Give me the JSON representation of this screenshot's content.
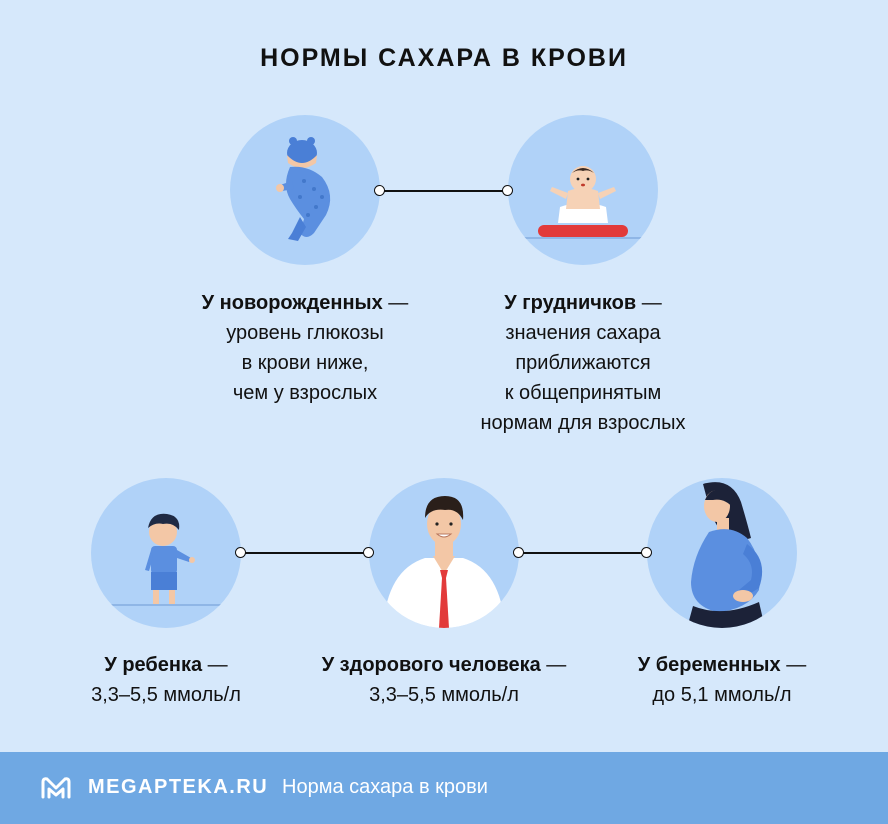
{
  "title": "НОРМЫ САХАРА В КРОВИ",
  "groups": [
    {
      "heading": "У новорожденных",
      "dash": " —",
      "lines": [
        "уровень глюкозы",
        "в крови ниже,",
        "чем у взрослых"
      ],
      "icon": "newborn-icon"
    },
    {
      "heading": "У грудничков",
      "dash": " —",
      "lines": [
        "значения сахара",
        "приближаются",
        "к общепринятым",
        "нормам для взрослых"
      ],
      "icon": "infant-icon"
    },
    {
      "heading": "У ребенка",
      "dash": " —",
      "lines": [
        "3,3–5,5 ммоль/л"
      ],
      "icon": "child-icon"
    },
    {
      "heading": "У здорового человека",
      "dash": " —",
      "lines": [
        "3,3–5,5 ммоль/л"
      ],
      "icon": "adult-man-icon"
    },
    {
      "heading": "У беременных",
      "dash": " —",
      "lines": [
        "до 5,1 ммоль/л"
      ],
      "icon": "pregnant-woman-icon"
    }
  ],
  "footer": {
    "brand": "MEGAPTEKA.RU",
    "text": "Норма сахара в крови",
    "logo_icon": "megapteka-logo-icon"
  },
  "colors": {
    "background": "#d6e8fb",
    "circle": "#b0d2f8",
    "footer": "#6fa8e3",
    "accent_blue": "#5b8fe0",
    "red": "#e23a3a"
  }
}
